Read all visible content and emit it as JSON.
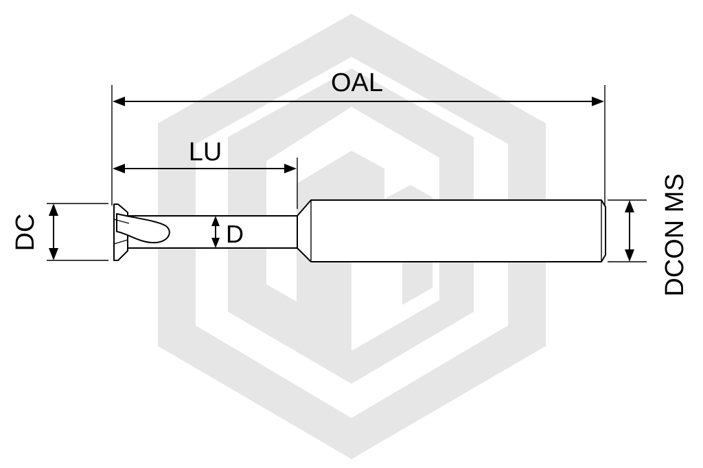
{
  "colors": {
    "watermark": "#e6e6e6",
    "line": "#000000",
    "background": "#ffffff"
  },
  "watermark": {
    "icon": "hexagon-logo-icon"
  },
  "dimensions": {
    "oal": "OAL",
    "lu": "LU",
    "d": "D",
    "dc": "DC",
    "dcon_ms": "DCON MS"
  }
}
